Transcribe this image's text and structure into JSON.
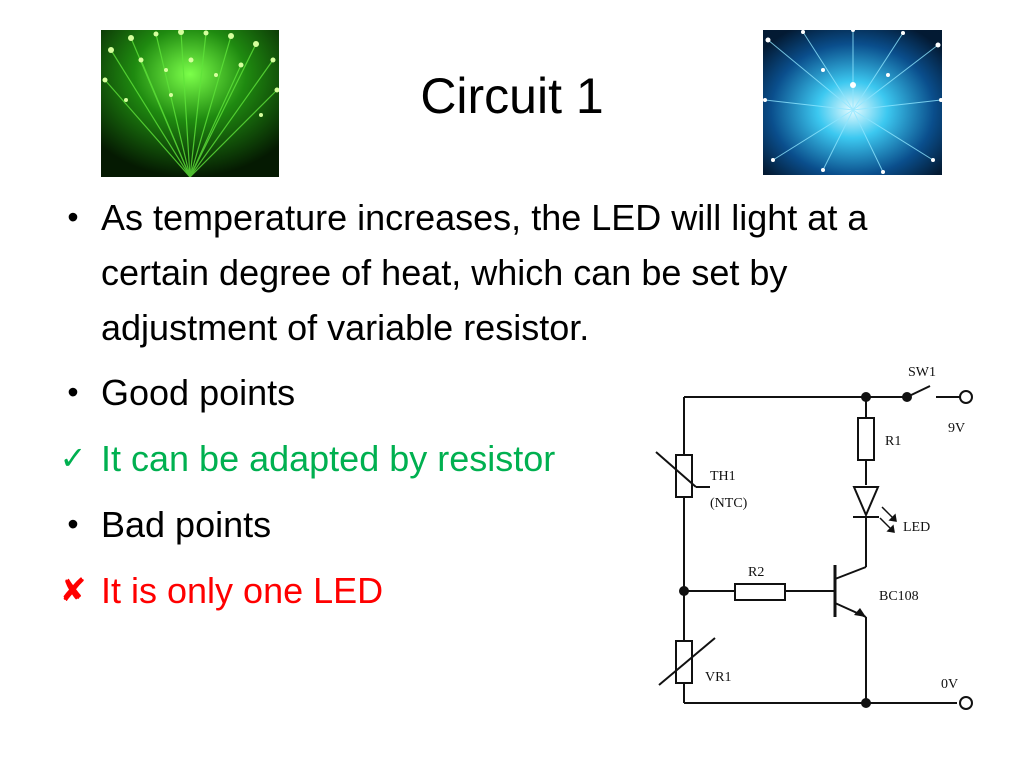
{
  "slide": {
    "title": "Circuit 1",
    "bullets": [
      {
        "marker": "bullet",
        "text": "As temperature increases, the LED will light at a certain degree of heat, which can be set by adjustment of variable resistor."
      },
      {
        "marker": "bullet",
        "text": "Good points"
      },
      {
        "marker": "check",
        "text": "It can be adapted by resistor"
      },
      {
        "marker": "bullet",
        "text": "Bad points"
      },
      {
        "marker": "cross",
        "text": "It is only one LED"
      }
    ],
    "marker_glyphs": {
      "bullet": "•",
      "check": "✓",
      "cross": "✘"
    },
    "colors": {
      "good": "#00B050",
      "bad": "#FF0000",
      "text": "#000000"
    },
    "images": [
      {
        "name": "green-fiber-optic-photo",
        "dominant_color": "#2ECC40"
      },
      {
        "name": "blue-fiber-optic-photo",
        "dominant_color": "#1E90FF"
      }
    ]
  },
  "circuit": {
    "labels": {
      "sw1": "SW1",
      "nine_v": "9V",
      "r1": "R1",
      "th1": "TH1",
      "ntc": "(NTC)",
      "led": "LED",
      "r2": "R2",
      "transistor": "BC108",
      "vr1": "VR1",
      "zero_v": "0V"
    }
  }
}
